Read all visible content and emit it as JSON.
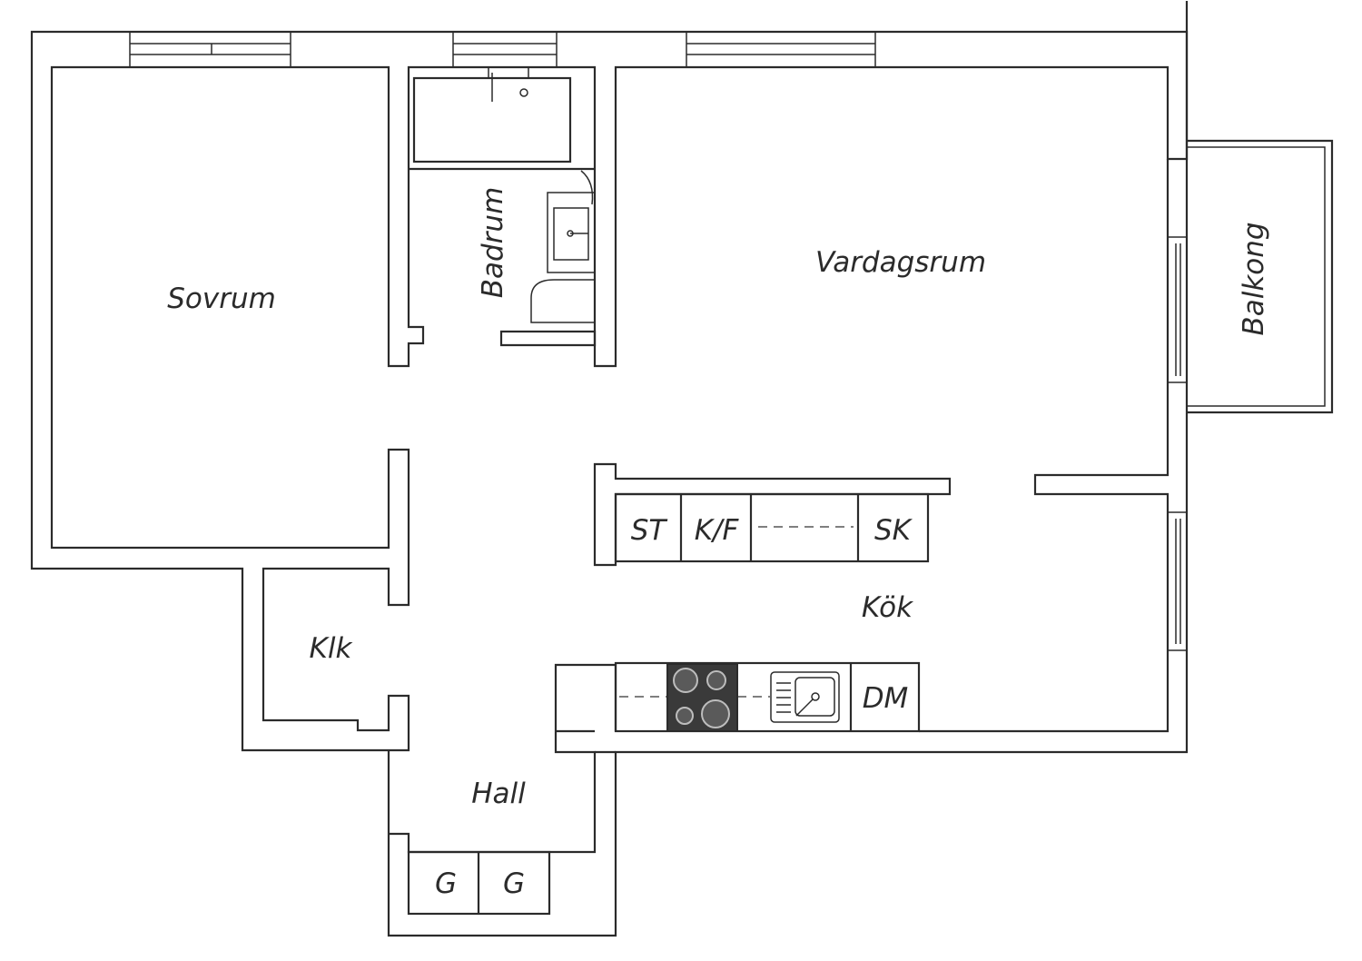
{
  "rooms": {
    "sovrum": "Sovrum",
    "badrum": "Badrum",
    "vardagsrum": "Vardagsrum",
    "balkong": "Balkong",
    "kok": "Kök",
    "klk": "Klk",
    "hall": "Hall"
  },
  "fixtures": {
    "stove": "ST",
    "fridge_freezer": "K/F",
    "cabinet": "SK",
    "dishwasher": "DM",
    "wardrobe_1": "G",
    "wardrobe_2": "G"
  },
  "colors": {
    "line": "#2b2b2b",
    "background": "#ffffff",
    "cooktop": "#3a3a3a"
  }
}
